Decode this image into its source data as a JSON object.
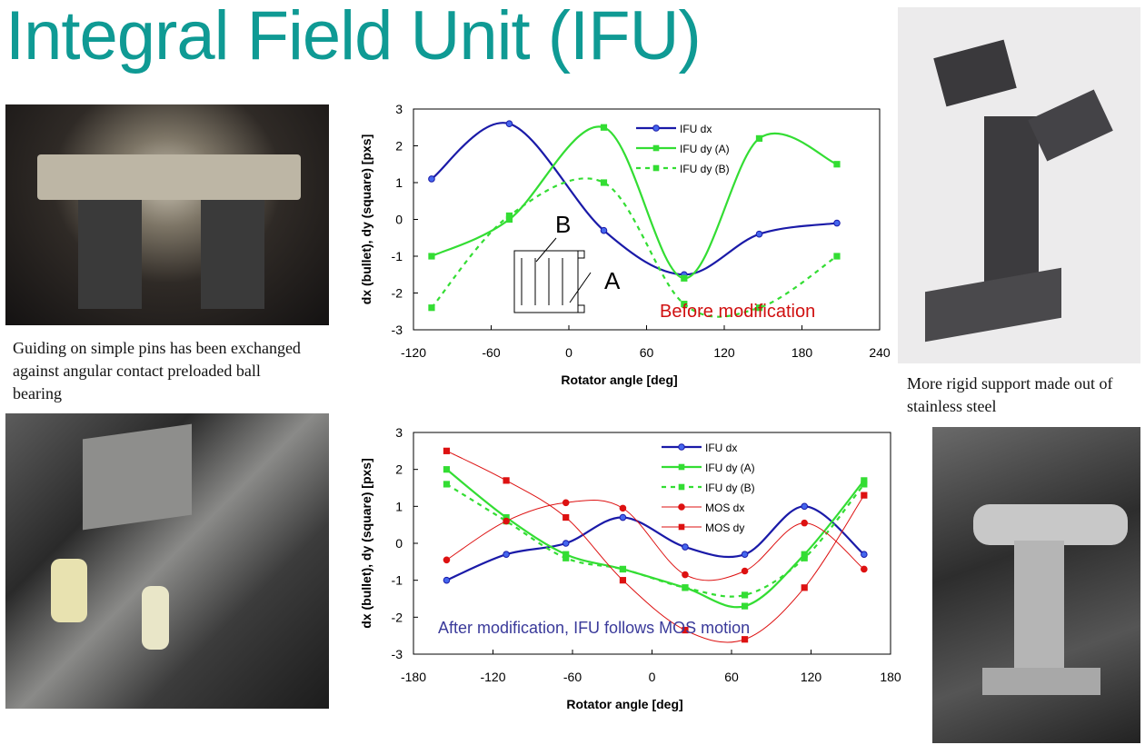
{
  "title": "Integral Field Unit (IFU)",
  "captions": {
    "top_left": "Guiding on simple pins has been exchanged against angular contact preloaded ball bearing",
    "right": "More rigid support made out of stainless steel"
  },
  "photos": [
    "ifu-mount-photo-top-left",
    "ifu-bearing-photo-bottom-left",
    "steel-support-photo-top-right",
    "steel-support-installed-photo-bottom-right"
  ],
  "chart_data": [
    {
      "type": "line",
      "title": "",
      "annotation": "Before modification",
      "annotation_color": "#d01010",
      "inset_labels": [
        "B",
        "A"
      ],
      "xlabel": "Rotator angle [deg]",
      "ylabel": "dx (bullet), dy (square) [pxs]",
      "xlim": [
        -120,
        240
      ],
      "ylim": [
        -3,
        3
      ],
      "xticks": [
        "-120",
        "-60",
        "0",
        "60",
        "120",
        "180",
        "240"
      ],
      "yticks": [
        "3",
        "2",
        "1",
        "0",
        "-1",
        "-2",
        "-3"
      ],
      "legend": "top-right",
      "x": [
        -106,
        -46,
        27,
        89,
        147,
        207
      ],
      "series": [
        {
          "name": "IFU dx",
          "color": "#1a1aa8",
          "marker": "circle",
          "dash": false,
          "values": [
            1.1,
            2.6,
            -0.3,
            -1.5,
            -0.4,
            -0.1
          ]
        },
        {
          "name": "IFU dy (A)",
          "color": "#33dd33",
          "marker": "square",
          "dash": false,
          "values": [
            -1.0,
            0.0,
            2.5,
            -1.6,
            2.2,
            1.5
          ]
        },
        {
          "name": "IFU dy (B)",
          "color": "#33dd33",
          "marker": "square",
          "dash": true,
          "values": [
            -2.4,
            0.1,
            1.0,
            -2.3,
            -2.4,
            -1.0
          ]
        }
      ]
    },
    {
      "type": "line",
      "title": "",
      "annotation": "After modification, IFU follows MOS motion",
      "annotation_color": "#3a3a9a",
      "xlabel": "Rotator angle [deg]",
      "ylabel": "dx (bullet), dy (square) [pxs]",
      "xlim": [
        -180,
        180
      ],
      "ylim": [
        -3,
        3
      ],
      "xticks": [
        "-180",
        "-120",
        "-60",
        "0",
        "60",
        "120",
        "180"
      ],
      "yticks": [
        "3",
        "2",
        "1",
        "0",
        "-1",
        "-2",
        "-3"
      ],
      "legend": "top-right",
      "x": [
        -155,
        -110,
        -65,
        -22,
        25,
        70,
        115,
        160
      ],
      "series": [
        {
          "name": "IFU dx",
          "color": "#1a1aa8",
          "marker": "circle",
          "dash": false,
          "values": [
            -1.0,
            -0.3,
            0.0,
            0.7,
            -0.1,
            -0.3,
            1.0,
            -0.3
          ]
        },
        {
          "name": "IFU dy (A)",
          "color": "#33dd33",
          "marker": "square",
          "dash": false,
          "values": [
            2.0,
            0.7,
            -0.3,
            -0.7,
            -1.2,
            -1.7,
            -0.3,
            1.7
          ]
        },
        {
          "name": "IFU dy (B)",
          "color": "#33dd33",
          "marker": "square",
          "dash": true,
          "values": [
            1.6,
            0.6,
            -0.4,
            -0.7,
            -1.2,
            -1.4,
            -0.4,
            1.6
          ]
        },
        {
          "name": "MOS dx",
          "color": "#dd1111",
          "marker": "circle",
          "dash": false,
          "values": [
            -0.45,
            0.6,
            1.1,
            0.95,
            -0.85,
            -0.75,
            0.55,
            -0.7
          ]
        },
        {
          "name": "MOS dy",
          "color": "#dd1111",
          "marker": "square",
          "dash": false,
          "values": [
            2.5,
            1.7,
            0.7,
            -1.0,
            -2.35,
            -2.6,
            -1.2,
            1.3
          ]
        }
      ]
    }
  ]
}
